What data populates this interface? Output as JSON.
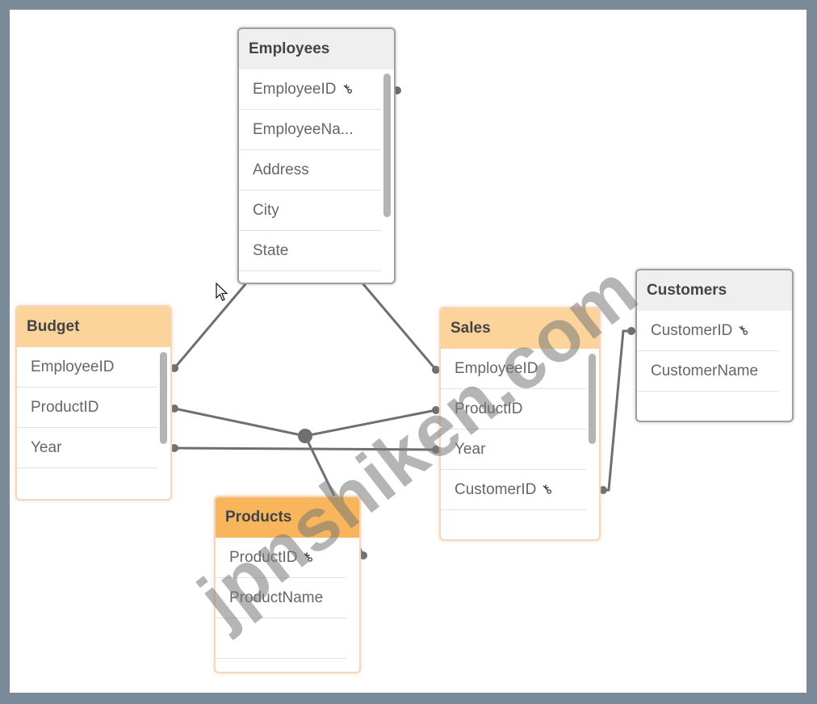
{
  "tables": {
    "employees": {
      "name": "Employees",
      "fields": [
        "EmployeeID",
        "EmployeeNa...",
        "Address",
        "City",
        "State"
      ]
    },
    "budget": {
      "name": "Budget",
      "fields": [
        "EmployeeID",
        "ProductID",
        "Year"
      ]
    },
    "sales": {
      "name": "Sales",
      "fields": [
        "EmployeeID",
        "ProductID",
        "Year",
        "CustomerID"
      ]
    },
    "customers": {
      "name": "Customers",
      "fields": [
        "CustomerID",
        "CustomerName"
      ]
    },
    "products": {
      "name": "Products",
      "fields": [
        "ProductID",
        "ProductName"
      ]
    }
  },
  "icons": {
    "key_field": "key-icon",
    "pointer": "mouse-cursor-icon"
  },
  "colors": {
    "frame": "#7a8a99",
    "gray_header": "#efefef",
    "orange_header": "#fbd39b",
    "orange_header_strong": "#f9b55c",
    "link_line": "#6f6f6f"
  },
  "watermark": "jpnshiken.com"
}
